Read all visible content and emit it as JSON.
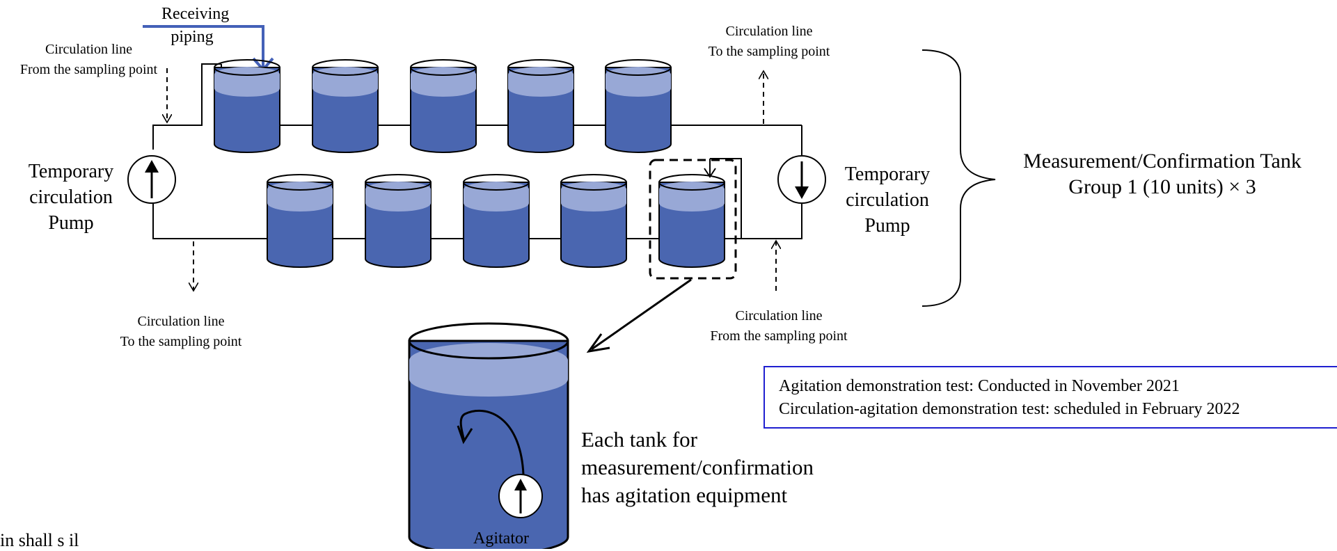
{
  "labels": {
    "receiving_piping": "Receiving\npiping",
    "circ_from_top_left": "Circulation line\nFrom the sampling point",
    "circ_to_top_right": "Circulation line\nTo the sampling point",
    "circ_to_bottom_left": "Circulation line\nTo the sampling point",
    "circ_from_bottom_right": "Circulation line\nFrom the sampling point",
    "pump_left": "Temporary\ncirculation\nPump",
    "pump_right": "Temporary\ncirculation\nPump",
    "group_label": "Measurement/Confirmation Tank\nGroup 1 (10 units) × 3",
    "agitation_note": "Each tank for\nmeasurement/confirmation\nhas agitation equipment",
    "agitator": "Agitator",
    "cutoff_text": "in shall s il"
  },
  "note_box": {
    "line1": "Agitation demonstration test: Conducted in November 2021",
    "line2": "Circulation-agitation demonstration test: scheduled in February 2022"
  },
  "colors": {
    "tank_body": "#4a66b0",
    "tank_liquid_top": "#98a8d6",
    "receiving_pipe": "#4461b8",
    "note_border": "#1f1fd0"
  }
}
